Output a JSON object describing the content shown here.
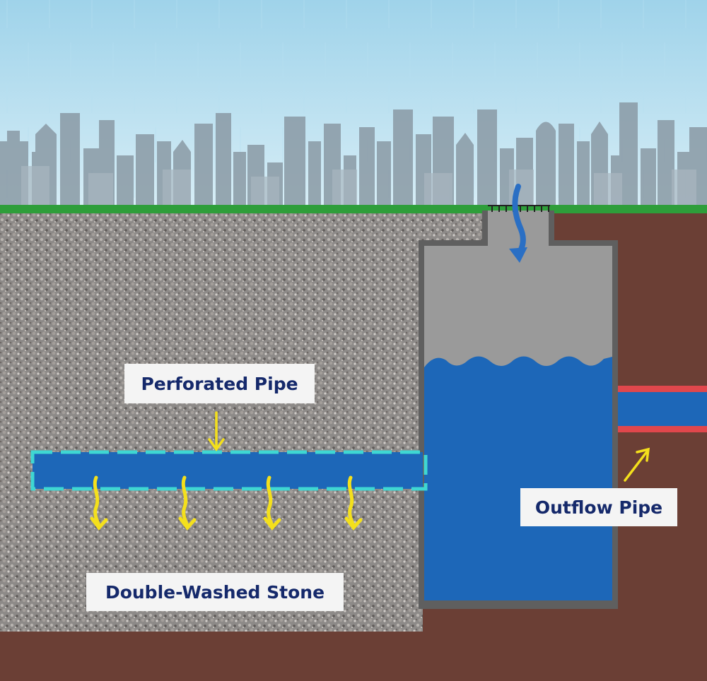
{
  "labels": {
    "perforated_pipe": "Perforated Pipe",
    "outflow_pipe": "Outflow Pipe",
    "stone": "Double-Washed Stone"
  },
  "colors": {
    "sky_top": "#9fd3ea",
    "sky_bottom": "#cfe9f4",
    "skyline": "#8a9aa5",
    "grass": "#2e9e3a",
    "soil": "#6b3f35",
    "stone": "#8d8a88",
    "tank_wall": "#5f5f5f",
    "tank_air": "#9a9a9a",
    "water": "#1d67b8",
    "pipe_outline_dashed": "#3fd7d2",
    "outflow_pipe_edge": "#e0474c",
    "seepage_arrow": "#f4e01c",
    "inflow_arrow": "#2a6fc4",
    "label_text": "#15296b",
    "label_bg": "#f4f4f4"
  }
}
